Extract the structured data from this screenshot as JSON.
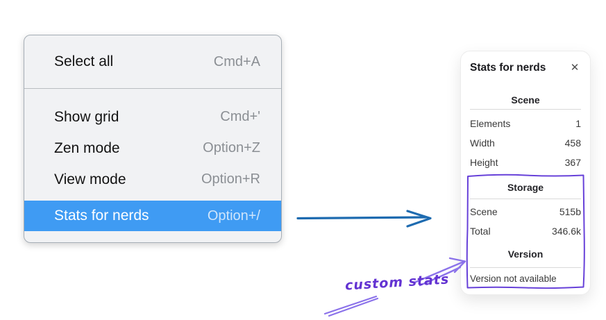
{
  "context_menu": {
    "items": [
      {
        "label": "Select all",
        "shortcut": "Cmd+A",
        "selected": false
      },
      {
        "label": "Show grid",
        "shortcut": "Cmd+'",
        "selected": false
      },
      {
        "label": "Zen mode",
        "shortcut": "Option+Z",
        "selected": false
      },
      {
        "label": "View mode",
        "shortcut": "Option+R",
        "selected": false
      },
      {
        "label": "Stats for nerds",
        "shortcut": "Option+/",
        "selected": true
      }
    ]
  },
  "stats_panel": {
    "title": "Stats for nerds",
    "close_icon": "✕",
    "sections": [
      {
        "heading": "Scene",
        "rows": [
          {
            "label": "Elements",
            "value": "1"
          },
          {
            "label": "Width",
            "value": "458"
          },
          {
            "label": "Height",
            "value": "367"
          }
        ]
      },
      {
        "heading": "Storage",
        "rows": [
          {
            "label": "Scene",
            "value": "515b"
          },
          {
            "label": "Total",
            "value": "346.6k"
          }
        ]
      },
      {
        "heading": "Version",
        "note": "Version not available"
      }
    ]
  },
  "annotations": {
    "custom_stats_label": "custom stats",
    "colors": {
      "menu_highlight_blue": "#3f9bf3",
      "flow_arrow_blue": "#1e6bb0",
      "annotation_purple": "#6741d9",
      "annotation_light_purple": "#8b72ea"
    }
  }
}
